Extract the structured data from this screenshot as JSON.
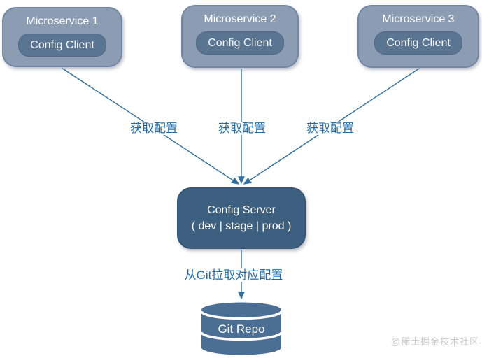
{
  "microservices": [
    {
      "title": "Microservice 1",
      "client": "Config Client"
    },
    {
      "title": "Microservice 2",
      "client": "Config Client"
    },
    {
      "title": "Microservice 3",
      "client": "Config Client"
    }
  ],
  "config_server": {
    "title": "Config Server",
    "profiles": "( dev | stage | prod )"
  },
  "git_repo": {
    "label": "Git Repo"
  },
  "edge_labels": {
    "fetch_1": "获取配置",
    "fetch_2": "获取配置",
    "fetch_3": "获取配置",
    "pull": "从Git拉取对应配置"
  },
  "watermark": {
    "text": "@稀土掘金技术社区"
  },
  "colors": {
    "outer_box_fill": "#8c9cb3",
    "outer_box_border": "#7386a3",
    "client_box_fill": "#5a7591",
    "server_box_fill": "#3d5f80",
    "cylinder_fill": "#4b6e94",
    "arrow_line": "#2e6fa3",
    "label_text": "#1d6cae",
    "box_text": "#ffffff",
    "watermark_text": "#c8c8c8",
    "background": "#ffffff"
  }
}
